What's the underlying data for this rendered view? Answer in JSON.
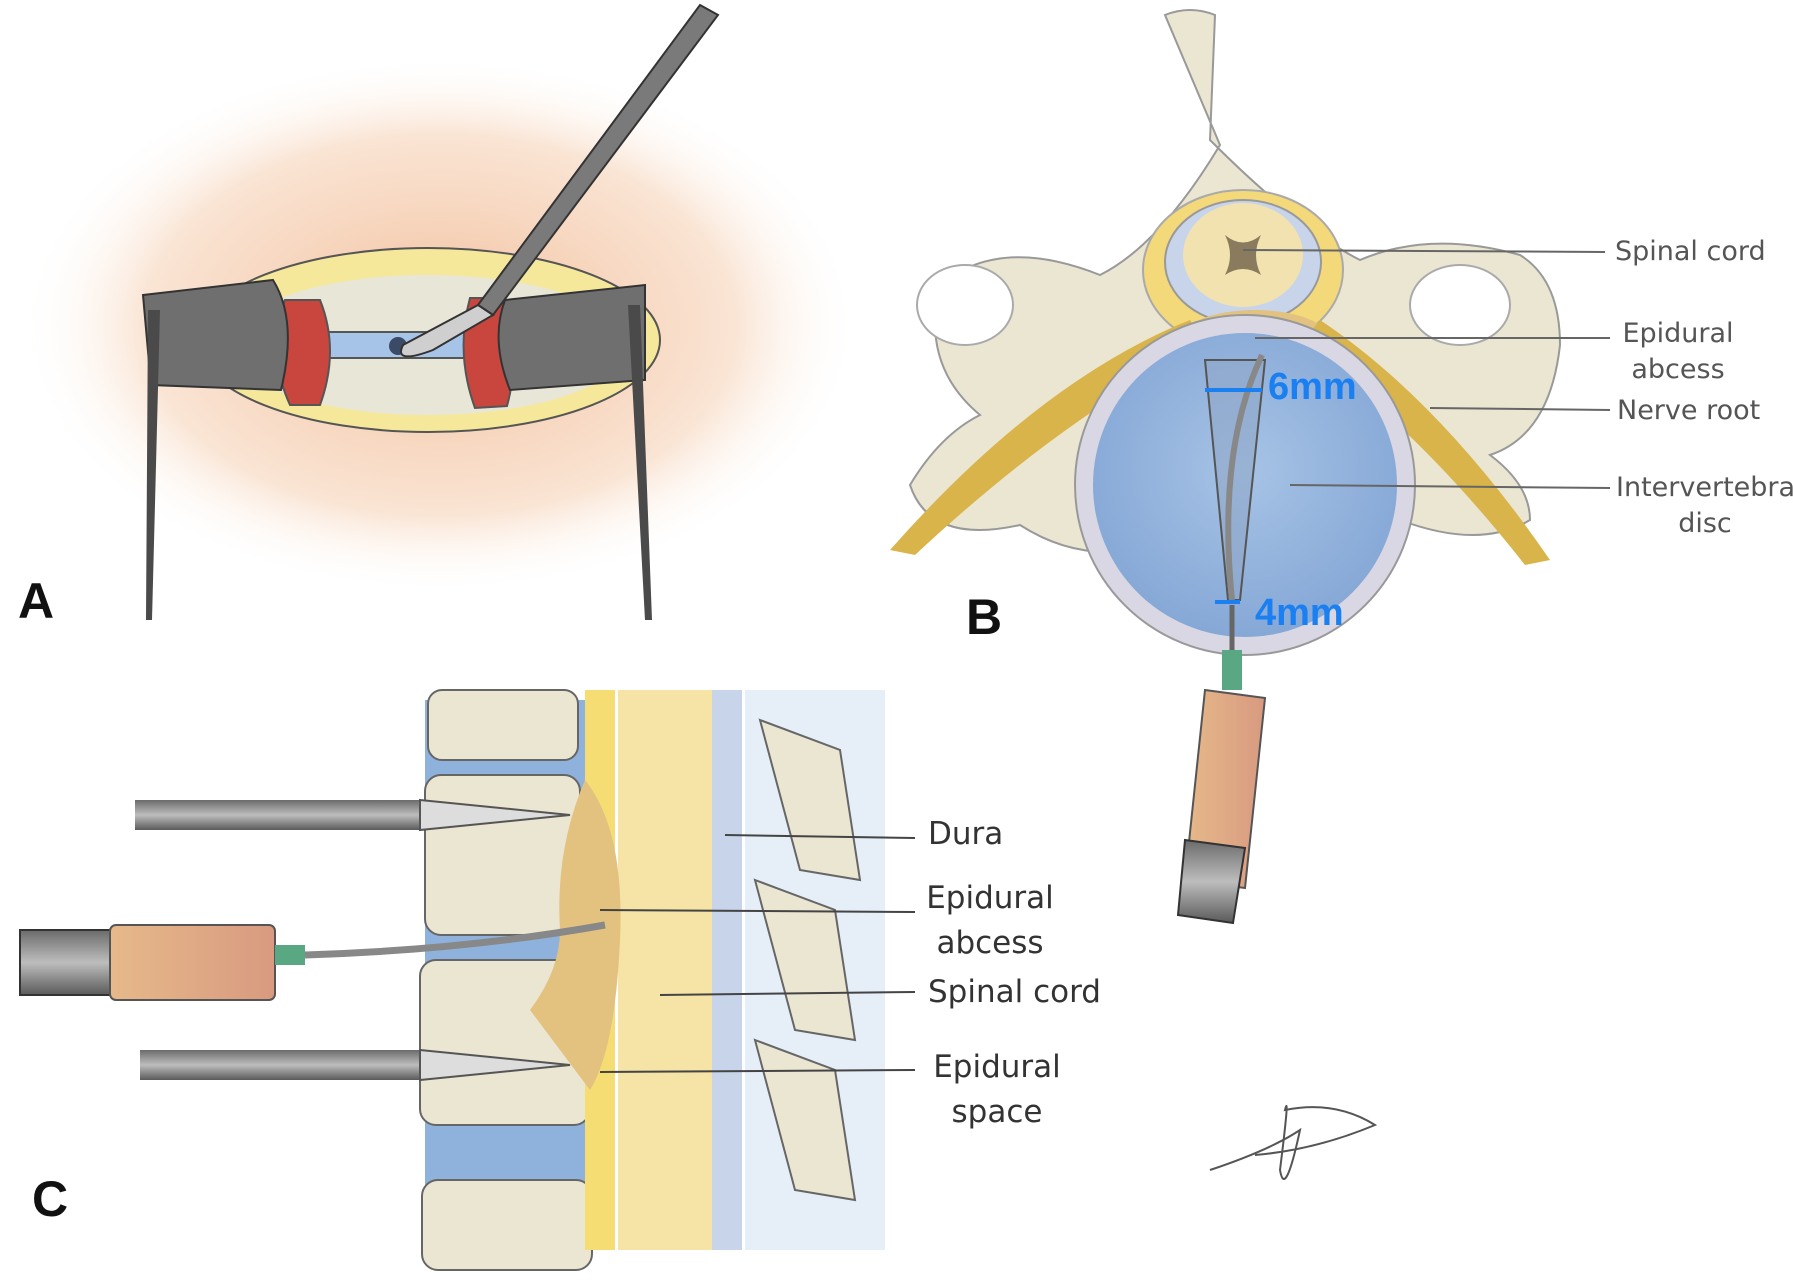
{
  "figure": {
    "panels": [
      {
        "id": "A",
        "letter": "A",
        "description": "Surgical exposure with retractors and scalpel incision"
      },
      {
        "id": "B",
        "letter": "B",
        "description": "Axial view of vertebra with catheter approach to epidural abscess"
      },
      {
        "id": "C",
        "letter": "C",
        "description": "Sagittal view with screws and syringe catheter into epidural abscess"
      }
    ],
    "panel_b": {
      "labels": [
        "Spinal cord",
        "Epidural abcess",
        "Nerve root",
        "Intervertebral disc"
      ],
      "label_lines": {
        "spinal_cord": "Spinal cord",
        "epidural_1": "Epidural",
        "epidural_2": "abcess",
        "nerve_root": "Nerve root",
        "disc_1": "Intervertebral",
        "disc_2": "disc"
      },
      "measurements": {
        "top": "6mm",
        "bottom": "4mm"
      }
    },
    "panel_c": {
      "label_lines": {
        "dura": "Dura",
        "abscess_1": "Epidural",
        "abscess_2": "abcess",
        "spinal_cord": "Spinal cord",
        "space_1": "Epidural",
        "space_2": "space"
      }
    },
    "colors": {
      "measurement_blue": "#1a7ff0",
      "bone": "#ebe6d2",
      "nerve": "#d9b44a",
      "disc": "#8fb2dc",
      "abscess": "#e2c27e",
      "skin_glow": "#f3c9a6",
      "muscle": "#c9463f"
    }
  }
}
